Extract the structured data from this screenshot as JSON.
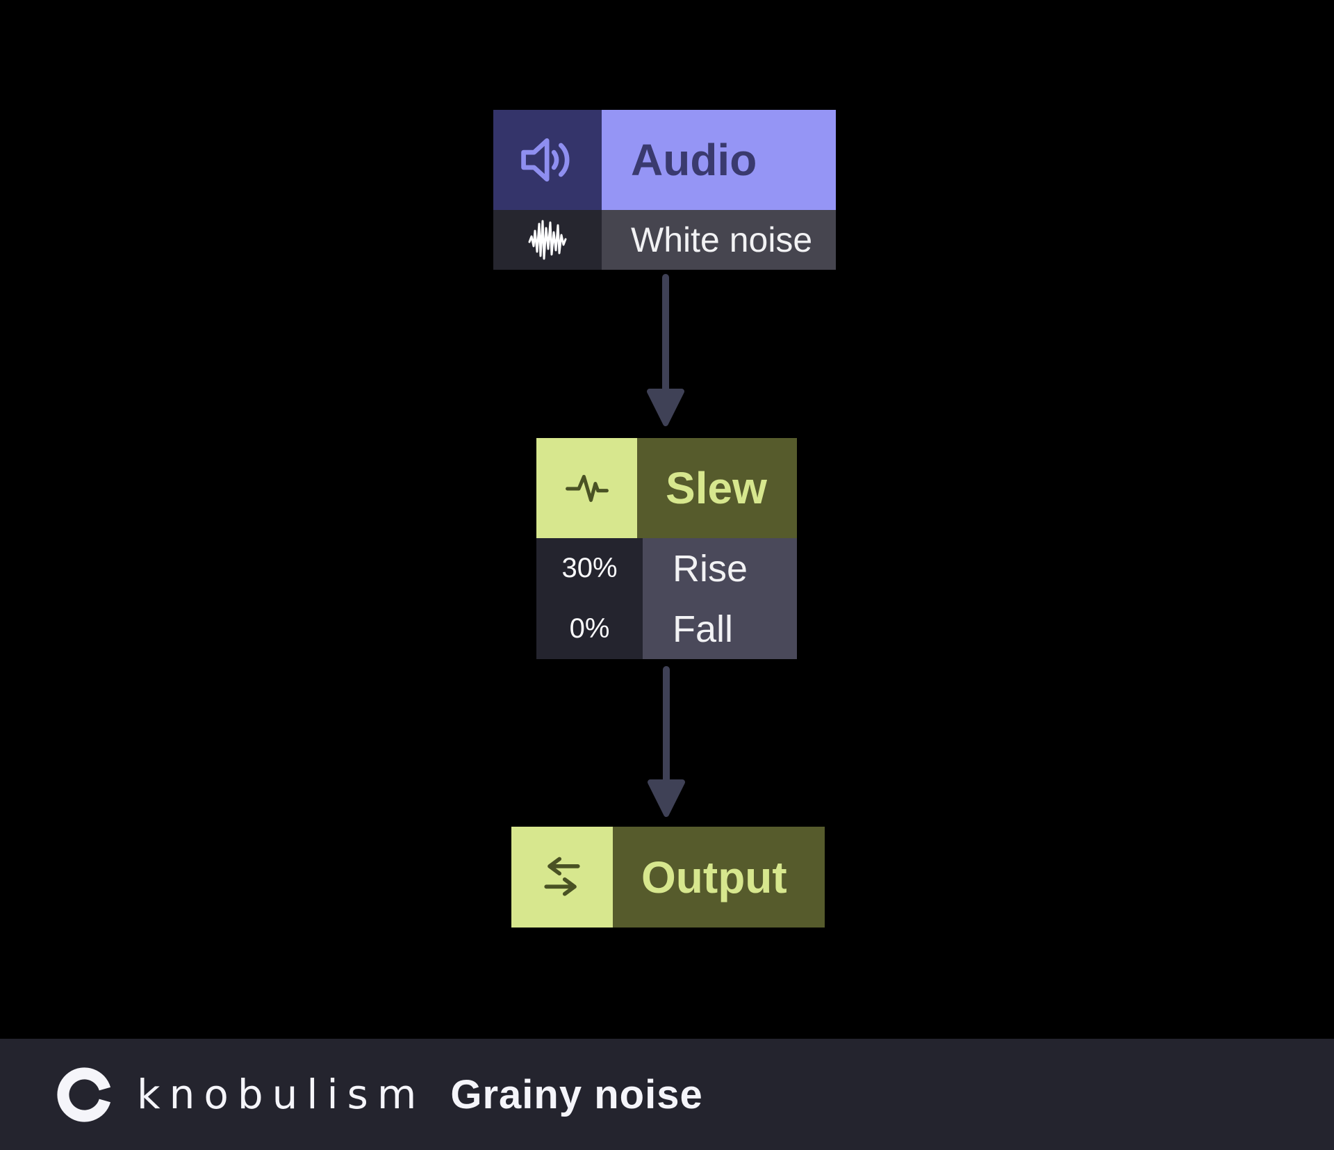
{
  "diagram": {
    "background_color": "#000000",
    "flow": [
      "audio",
      "slew",
      "output"
    ],
    "arrow_color": "#3f4156",
    "nodes": {
      "audio": {
        "title": "Audio",
        "icon": "speaker-icon",
        "row": {
          "icon": "noise-waveform-icon",
          "label": "White noise"
        },
        "colors": {
          "icon_cell": "#34346a",
          "title_cell": "#9595f5",
          "title_text": "#3a3a6e",
          "icon": "#8f8ff0",
          "row_icon_cell": "#26262f",
          "row_label_cell": "#46454f",
          "row_text": "#f2f2f4"
        }
      },
      "slew": {
        "title": "Slew",
        "icon": "pulse-icon",
        "params": [
          {
            "value": "30%",
            "label": "Rise"
          },
          {
            "value": "0%",
            "label": "Fall"
          }
        ],
        "colors": {
          "icon_cell": "#d7e78e",
          "title_cell": "#565b2c",
          "title_text": "#d7e78e",
          "icon": "#4a5224",
          "value_cell": "#24242e",
          "label_cell": "#4a495a",
          "text": "#f2f2f4"
        }
      },
      "output": {
        "title": "Output",
        "icon": "transfer-arrows-icon",
        "colors": {
          "icon_cell": "#d7e78e",
          "title_cell": "#565b2c",
          "title_text": "#d7e78e",
          "icon": "#4a5224"
        }
      }
    }
  },
  "footer": {
    "brand": "knobulism",
    "logo_icon": "knob-c-logo-icon",
    "patch_title": "Grainy noise",
    "bg": "#24242e",
    "text_color": "#f5f5fa"
  }
}
